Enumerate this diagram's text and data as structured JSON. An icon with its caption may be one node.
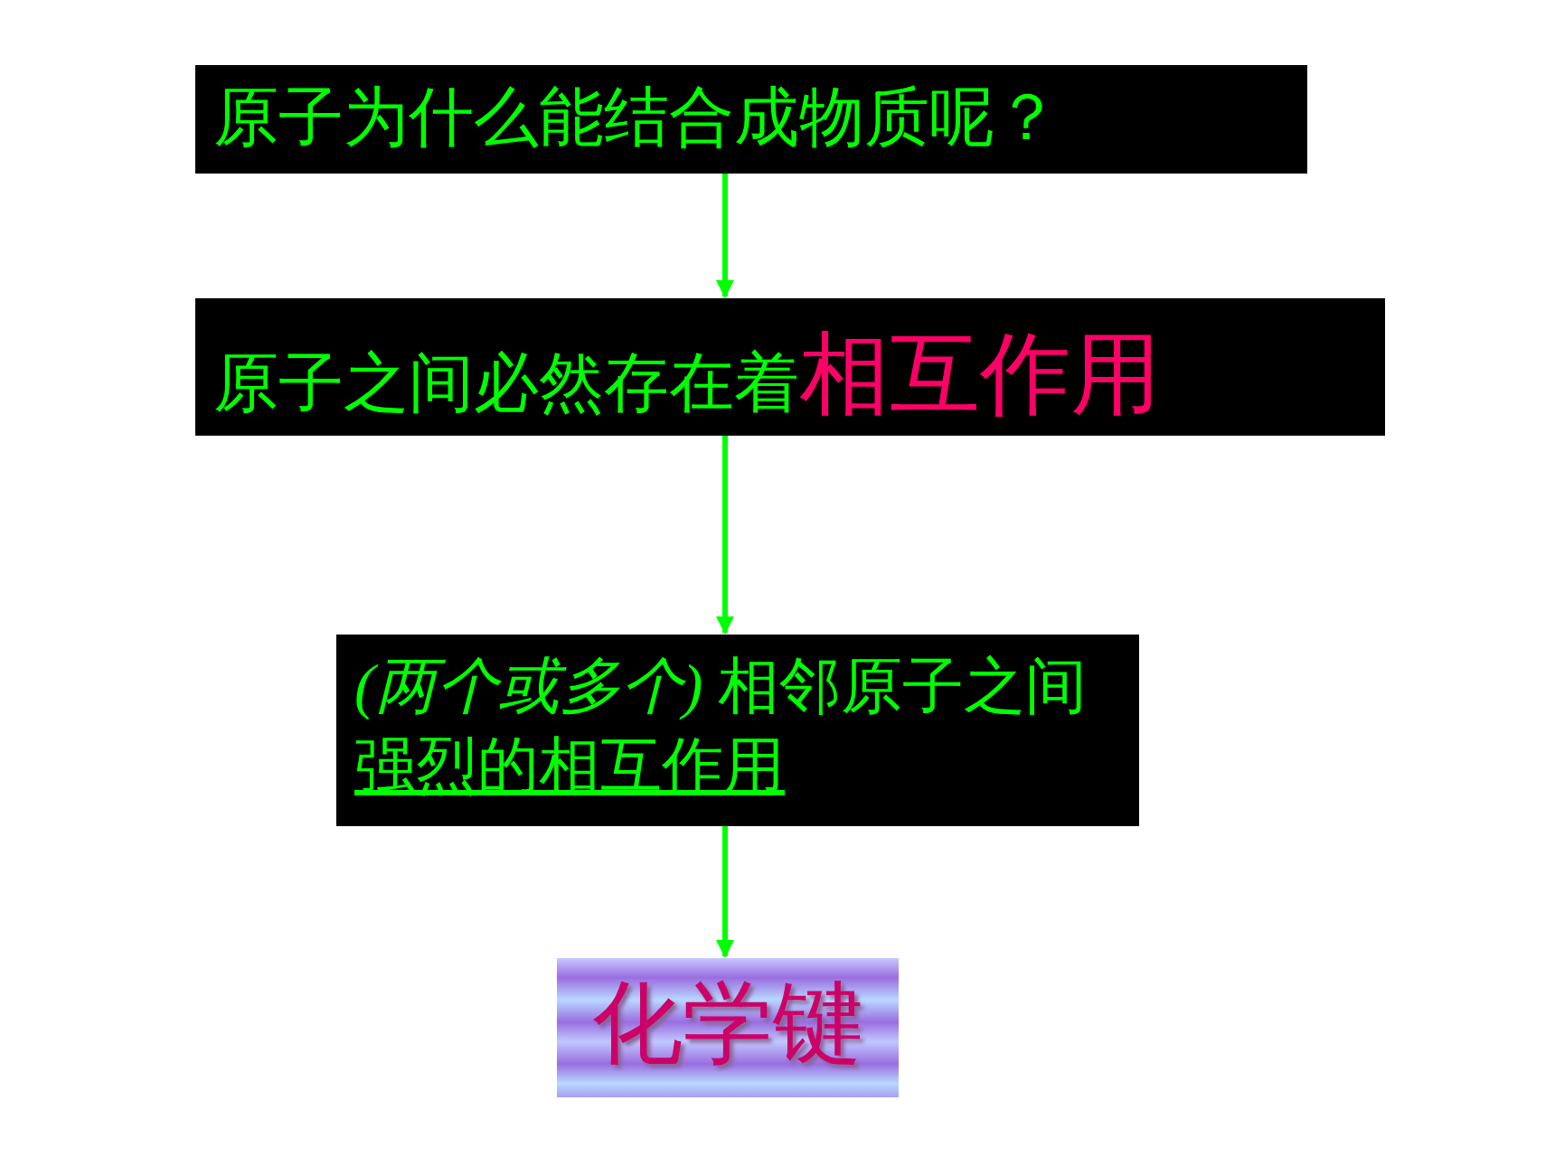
{
  "diagram": {
    "nodes": [
      {
        "text": [
          "原子为什么能结合成物质呢？"
        ]
      },
      {
        "text": [
          "原子之间必然存在着",
          "相互作用"
        ]
      },
      {
        "text": [
          "*(两个或多个)* 相邻原子之间",
          "强烈的相互作用"
        ]
      },
      {
        "text": [
          "化学键"
        ]
      }
    ],
    "edges": [
      {
        "from": 0,
        "to": 1,
        "arrow": "to"
      },
      {
        "from": 1,
        "to": 2,
        "arrow": "to"
      },
      {
        "from": 2,
        "to": 3,
        "arrow": "to"
      }
    ]
  }
}
